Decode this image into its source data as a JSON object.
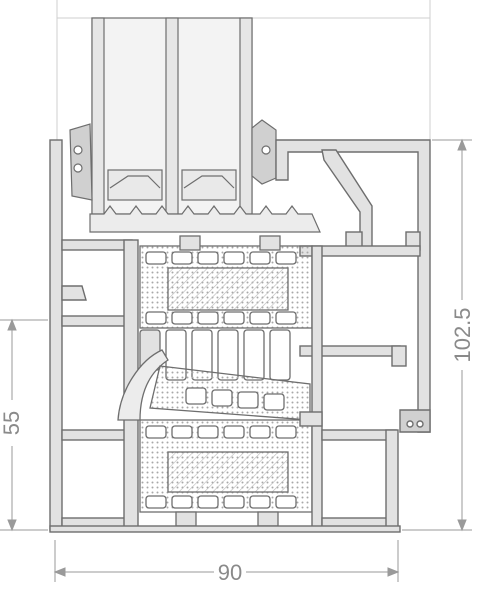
{
  "diagram": {
    "dimensions": {
      "width_label": "90",
      "height_total_label": "102.5",
      "height_bottom_label": "55"
    },
    "colors": {
      "profile_fill": "#e2e2e2",
      "profile_stroke": "#6e6e6e",
      "glass_fill": "#f3f3f3",
      "insulation_fill": "#d9d9d9",
      "seal_fill": "#d0d0d0",
      "dimension_line": "#9a9a9a",
      "dimension_text": "#8a8a8a"
    }
  }
}
